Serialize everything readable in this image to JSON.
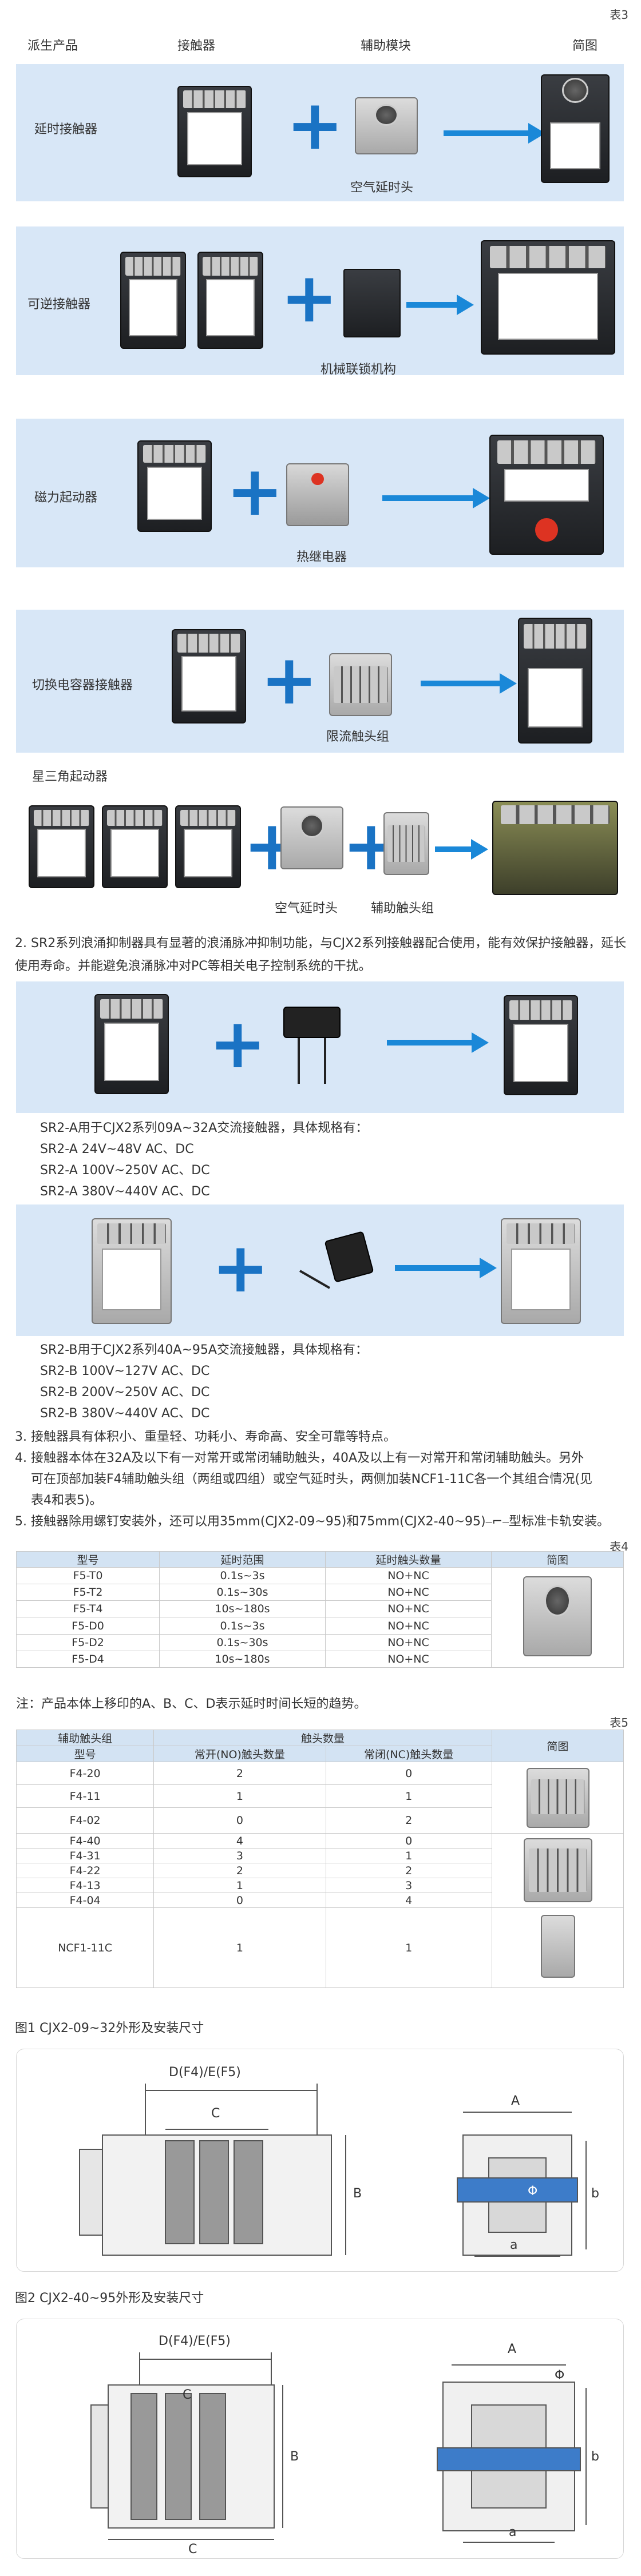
{
  "table3": {
    "tag": "表3",
    "headers": [
      "派生产品",
      "接触器",
      "辅助模块",
      "简图"
    ],
    "rows": [
      {
        "name": "延时接触器",
        "module": "空气延时头"
      },
      {
        "name": "可逆接触器",
        "module": "机械联锁机构"
      },
      {
        "name": "磁力起动器",
        "module": "热继电器"
      },
      {
        "name": "切换电容器接触器",
        "module": "限流触头组"
      },
      {
        "name": "星三角起动器",
        "module1": "空气延时头",
        "module2": "辅助触头组"
      }
    ]
  },
  "notes": {
    "n2": "2. SR2系列浪涌抑制器具有显著的浪涌脉冲抑制功能，与CJX2系列接触器配合使用，能有效保护接触器，延长使用寿命。并能避免浪涌脉冲对PC等相关电子控制系统的干扰。",
    "sr2a_title": "SR2-A用于CJX2系列09A~32A交流接触器，具体规格有：",
    "sr2a_1": "SR2-A 24V~48V AC、DC",
    "sr2a_2": "SR2-A 100V~250V AC、DC",
    "sr2a_3": "SR2-A 380V~440V AC、DC",
    "sr2b_title": "SR2-B用于CJX2系列40A~95A交流接触器，具体规格有：",
    "sr2b_1": "SR2-B 100V~127V AC、DC",
    "sr2b_2": "SR2-B 200V~250V AC、DC",
    "sr2b_3": "SR2-B 380V~440V AC、DC",
    "n3": "3. 接触器具有体积小、重量轻、功耗小、寿命高、安全可靠等特点。",
    "n4a": "4. 接触器本体在32A及以下有一对常开或常闭辅助触头，40A及以上有一对常开和常闭辅助触头。另外",
    "n4b": "可在顶部加装F4辅助触头组（两组或四组）或空气延时头，两侧加装NCF1-11C各一个其组合情况(见",
    "n4c": "表4和表5)。",
    "n5": "5. 接触器除用螺钉安装外，还可以用35mm(CJX2-09~95)和75mm(CJX2-40~95)⎯⌐⎯型标准卡轨安装。"
  },
  "table4": {
    "tag": "表4",
    "headers": [
      "型号",
      "延时范围",
      "延时触头数量",
      "简图"
    ],
    "rows": [
      [
        "F5-T0",
        "0.1s~3s",
        "NO+NC"
      ],
      [
        "F5-T2",
        "0.1s~30s",
        "NO+NC"
      ],
      [
        "F5-T4",
        "10s~180s",
        "NO+NC"
      ],
      [
        "F5-D0",
        "0.1s~3s",
        "NO+NC"
      ],
      [
        "F5-D2",
        "0.1s~30s",
        "NO+NC"
      ],
      [
        "F5-D4",
        "10s~180s",
        "NO+NC"
      ]
    ],
    "note": "注：产品本体上移印的A、B、C、D表示延时时间长短的趋势。"
  },
  "table5": {
    "tag": "表5",
    "h_group": "辅助触头组",
    "h_model": "型号",
    "h_count": "触头数量",
    "h_no": "常开(NO)触头数量",
    "h_nc": "常闭(NC)触头数量",
    "h_fig": "简图",
    "rows": [
      [
        "F4-20",
        "2",
        "0"
      ],
      [
        "F4-11",
        "1",
        "1"
      ],
      [
        "F4-02",
        "0",
        "2"
      ],
      [
        "F4-40",
        "4",
        "0"
      ],
      [
        "F4-31",
        "3",
        "1"
      ],
      [
        "F4-22",
        "2",
        "2"
      ],
      [
        "F4-13",
        "1",
        "3"
      ],
      [
        "F4-04",
        "0",
        "4"
      ],
      [
        "NCF1-11C",
        "1",
        "1"
      ]
    ]
  },
  "fig1": {
    "title": "图1 CJX2-09~32外形及安装尺寸",
    "d": "D(F4)/E(F5)",
    "c": "C",
    "b": "B",
    "a_top": "A",
    "b_small": "b",
    "a_small": "a",
    "phi": "Φ"
  },
  "fig2": {
    "title": "图2 CJX2-40~95外形及安装尺寸",
    "d": "D(F4)/E(F5)",
    "c": "C",
    "b": "B",
    "a_top": "A",
    "b_small": "b",
    "a_small": "a",
    "phi": "Φ"
  },
  "colors": {
    "band": "#d8e7f7",
    "accent": "#1a73c4",
    "arrow": "#1a88d8"
  }
}
